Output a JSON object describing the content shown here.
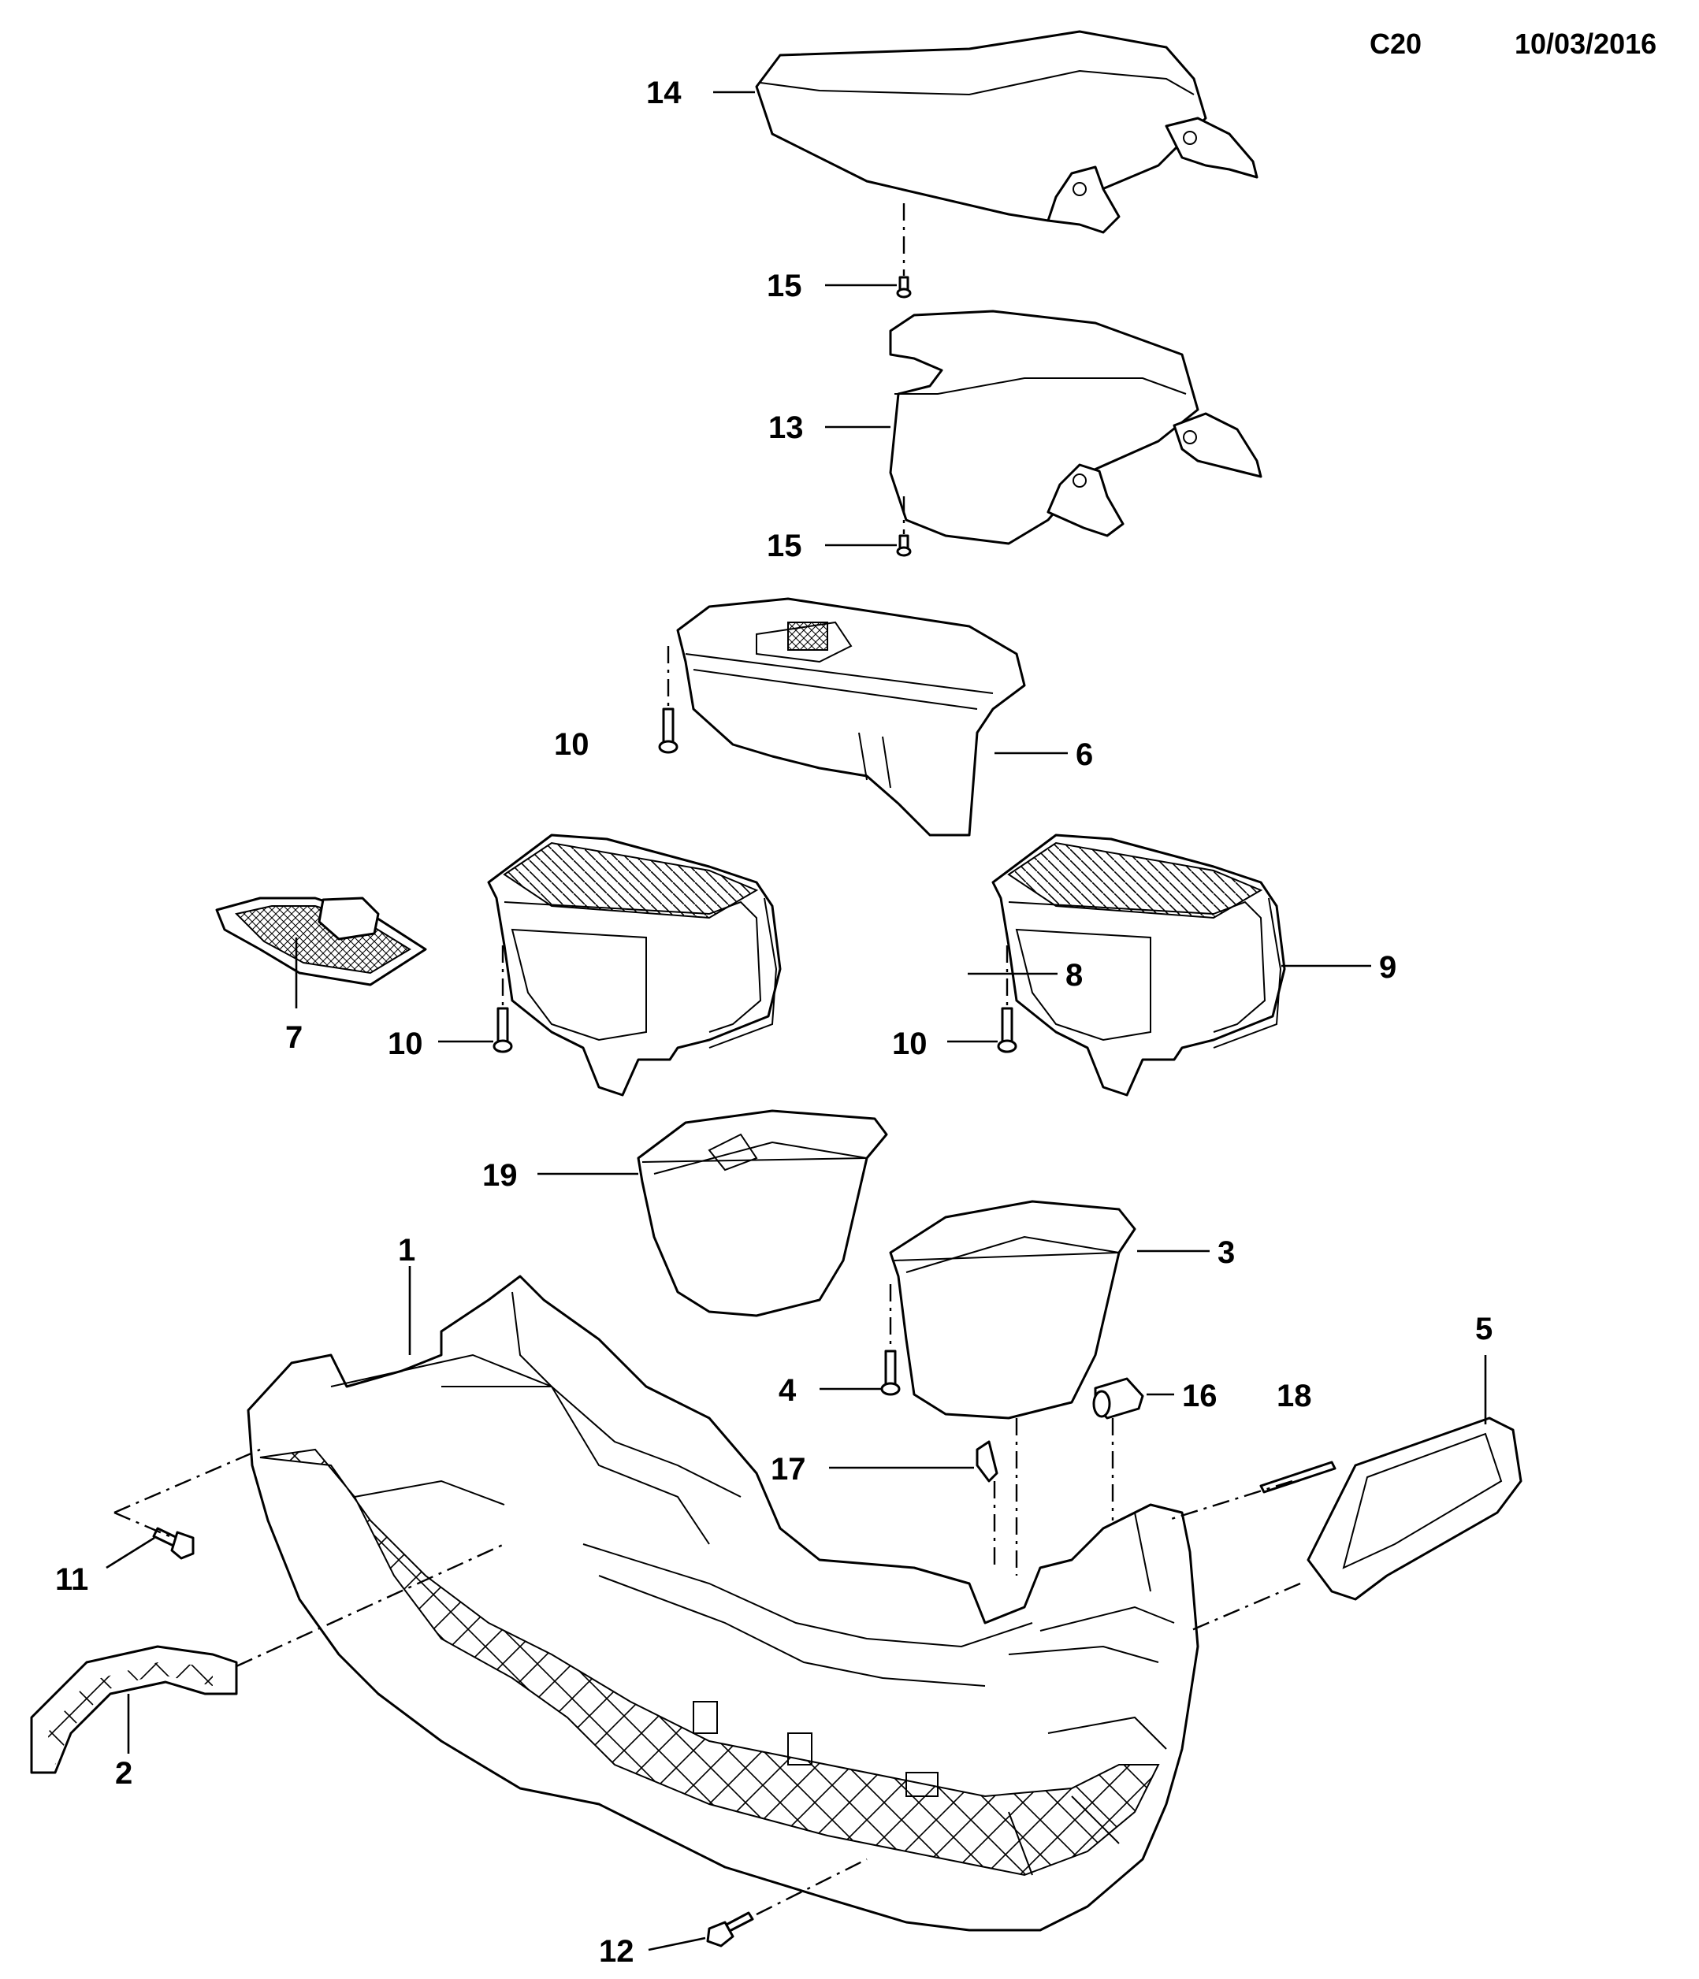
{
  "header": {
    "code": "C20",
    "date": "10/03/2016"
  },
  "callouts": {
    "c1": "1",
    "c2": "2",
    "c3": "3",
    "c4": "4",
    "c5": "5",
    "c6": "6",
    "c7": "7",
    "c8": "8",
    "c9": "9",
    "c10a": "10",
    "c10b": "10",
    "c10c": "10",
    "c11": "11",
    "c12": "12",
    "c13": "13",
    "c14": "14",
    "c15a": "15",
    "c15b": "15",
    "c16": "16",
    "c17": "17",
    "c18": "18",
    "c19": "19"
  }
}
